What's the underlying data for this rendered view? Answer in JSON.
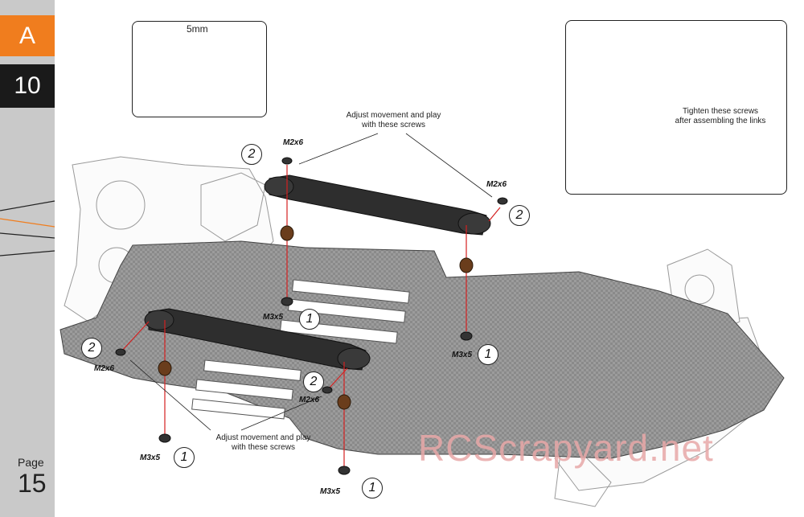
{
  "section": "A",
  "step": "10",
  "page": {
    "label": "Page",
    "number": "15"
  },
  "ball_stud": {
    "dimension": "5mm"
  },
  "detail": {
    "note_line1": "Tighten these screws",
    "note_line2": "after assembling the links"
  },
  "callouts": {
    "top_line1": "Adjust movement and play",
    "top_line2": "with these screws",
    "bottom_line1": "Adjust movement and play",
    "bottom_line2": "with these screws"
  },
  "parts": {
    "m2x6": "M2x6",
    "m3x5": "M3x5"
  },
  "steps": {
    "one": "1",
    "two": "2"
  },
  "watermark": "RCScrapyard.net",
  "colors": {
    "accent": "#f07d1e",
    "dark": "#1a1a1a",
    "sidebar": "#c9c9c9",
    "guide": "#d42020"
  }
}
